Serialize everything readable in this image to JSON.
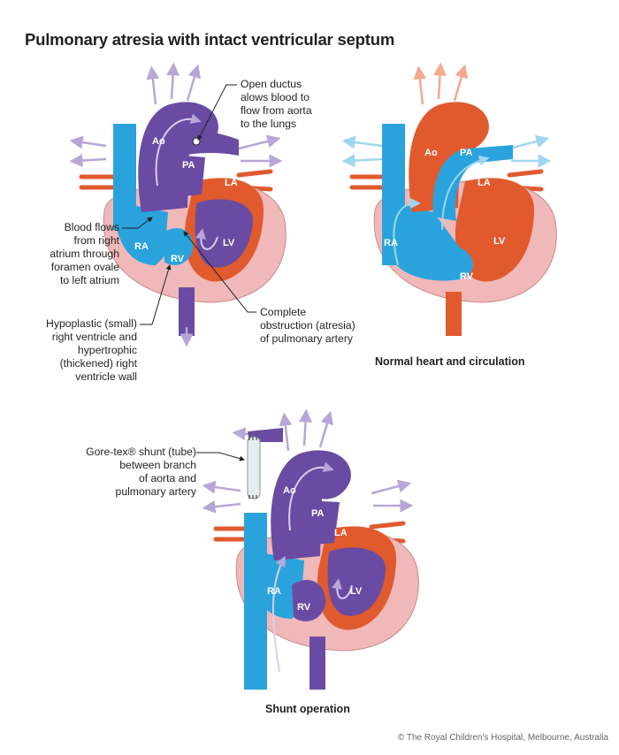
{
  "title": "Pulmonary atresia with intact ventricular septum",
  "annotations": {
    "ductus": [
      "Open ductus",
      "alows blood to",
      "flow from aorta",
      "to the lungs"
    ],
    "foramen": [
      "Blood flows",
      "from right",
      "atrium through",
      "foramen ovale",
      "to left atrium"
    ],
    "hypoplastic": [
      "Hypoplastic (small)",
      "right ventricle and",
      "hypertrophic",
      "(thickened) right",
      "ventricle wall"
    ],
    "obstruction": [
      "Complete",
      "obstruction (atresia)",
      "of pulmonary artery"
    ],
    "shunt": [
      "Gore-tex® shunt (tube)",
      "between branch",
      "of aorta and",
      "pulmonary artery"
    ]
  },
  "labels": {
    "ao": "Ao",
    "pa": "PA",
    "la": "LA",
    "lv": "LV",
    "ra": "RA",
    "rv": "RV"
  },
  "captions": {
    "normal": "Normal heart and circulation",
    "shunt": "Shunt operation"
  },
  "copyright": "© The Royal Children's Hospital, Melbourne, Australia",
  "colors": {
    "blue": "#2aa3dd",
    "purple": "#6a4ba3",
    "red": "#e05a2e",
    "pink": "#f0b8b8",
    "arrow_purple": "#b7a7d8",
    "arrow_blue": "#9fd6f0",
    "arrow_red": "#f2a98e"
  }
}
